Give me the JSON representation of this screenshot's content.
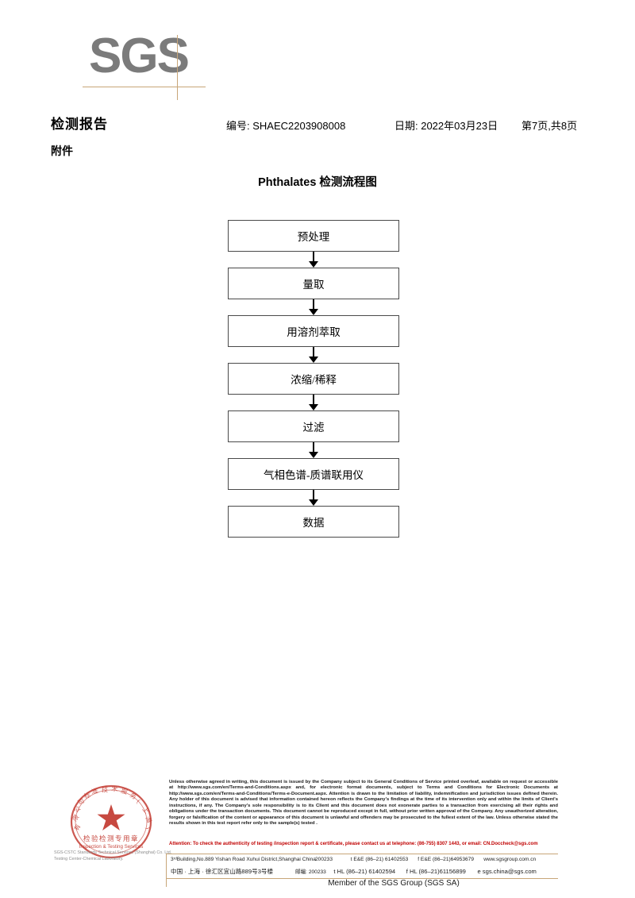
{
  "header": {
    "logo_text": "SGS",
    "doc_title": "检测报告",
    "doc_subtitle": "附件",
    "report_no": "编号: SHAEC2203908008",
    "date": "日期: 2022年03月23日",
    "page": "第7页,共8页"
  },
  "flowchart": {
    "title": "Phthalates 检测流程图",
    "type": "flow",
    "nodes": [
      {
        "label": "预处理"
      },
      {
        "label": "量取"
      },
      {
        "label": "用溶剂萃取"
      },
      {
        "label": "浓缩/稀释"
      },
      {
        "label": "过滤"
      },
      {
        "label": "气相色谱-质谱联用仪"
      },
      {
        "label": "数据"
      }
    ]
  },
  "footer": {
    "seal": {
      "ring_text_cn": "标准技术服务(上海)有限公司",
      "line1_cn": "检验检测专用章",
      "line2_en": "Inspection & Testing Services",
      "caption": "SGS-CSTC Standards Technical Services (Shanghai) Co. Ltd. Testing Center-Chemical Laboratory."
    },
    "legal": "Unless otherwise agreed in writing, this document is issued by the Company subject to its General Conditions of Service printed overleaf, available on request or accessible at http://www.sgs.com/en/Terms-and-Conditions.aspx and, for electronic format documents, subject to Terms and Conditions for Electronic Documents at http://www.sgs.com/en/Terms-and-Conditions/Terms-e-Document.aspx. Attention is drawn to the limitation of liability, indemnification and jurisdiction issues defined therein. Any holder of this document is advised that information contained hereon reflects the Company's findings at the time of its intervention only and within the limits of Client's instructions, if any. The Company's sole responsibility is to its Client and this document does not exonerate parties to a transaction from exercising all their rights and obligations under the transaction documents. This document cannot be reproduced except in full, without prior written approval of the Company. Any unauthorized alteration, forgery or falsification of the content or appearance of this document is unlawful and offenders may be prosecuted to the fullest extent of the law. Unless otherwise stated the results shown in this test report refer only to the sample(s) tested .",
    "attention": "Attention: To check the authenticity of testing /inspection report & certificate, please contact us at telephone: (86-755) 8307 1443, or email: CN.Doccheck@sgs.com",
    "address_en": "3ʳᵈBuilding,No.889 Yishan Road Xuhui District,Shanghai China",
    "address_cn": "中国 · 上海 · 徐汇区宜山路889号3号楼",
    "zip_en": "200233",
    "zip_cn": "邮编: 200233",
    "tel_ee": "t E&E (86–21) 61402553",
    "tel_hl": "t HL (86–21) 61402594",
    "fax_ee": "f E&E (86–21)64953679",
    "fax_hl": "f HL (86–21)61156899",
    "website": "www.sgsgroup.com.cn",
    "email": "e  sgs.china@sgs.com",
    "member": "Member of the SGS Group (SGS SA)"
  },
  "colors": {
    "rule": "#c8a678",
    "logo_gray": "#7b7b7b",
    "attention_red": "#c00000",
    "seal_red": "#c1352b"
  }
}
